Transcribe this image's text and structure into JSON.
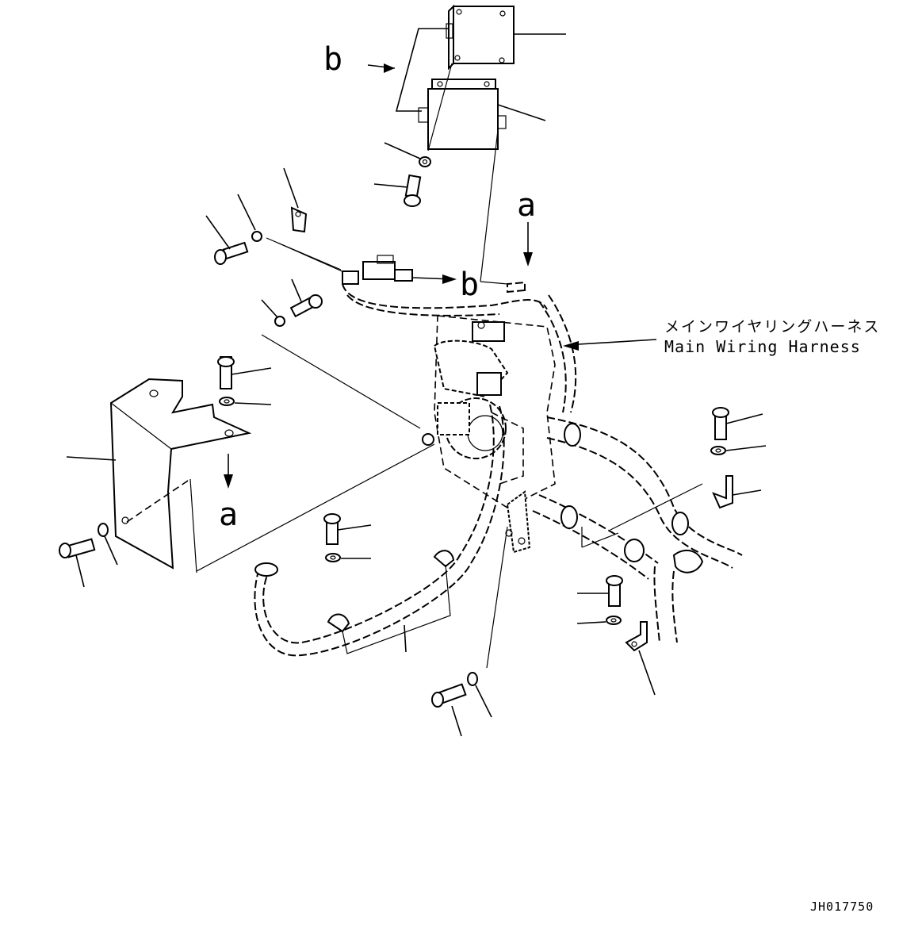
{
  "labels": {
    "view_a": "a",
    "view_b": "b",
    "harness_jp": "メインワイヤリングハーネス",
    "harness_en": "Main Wiring Harness",
    "drawing_code": "JH017750"
  }
}
